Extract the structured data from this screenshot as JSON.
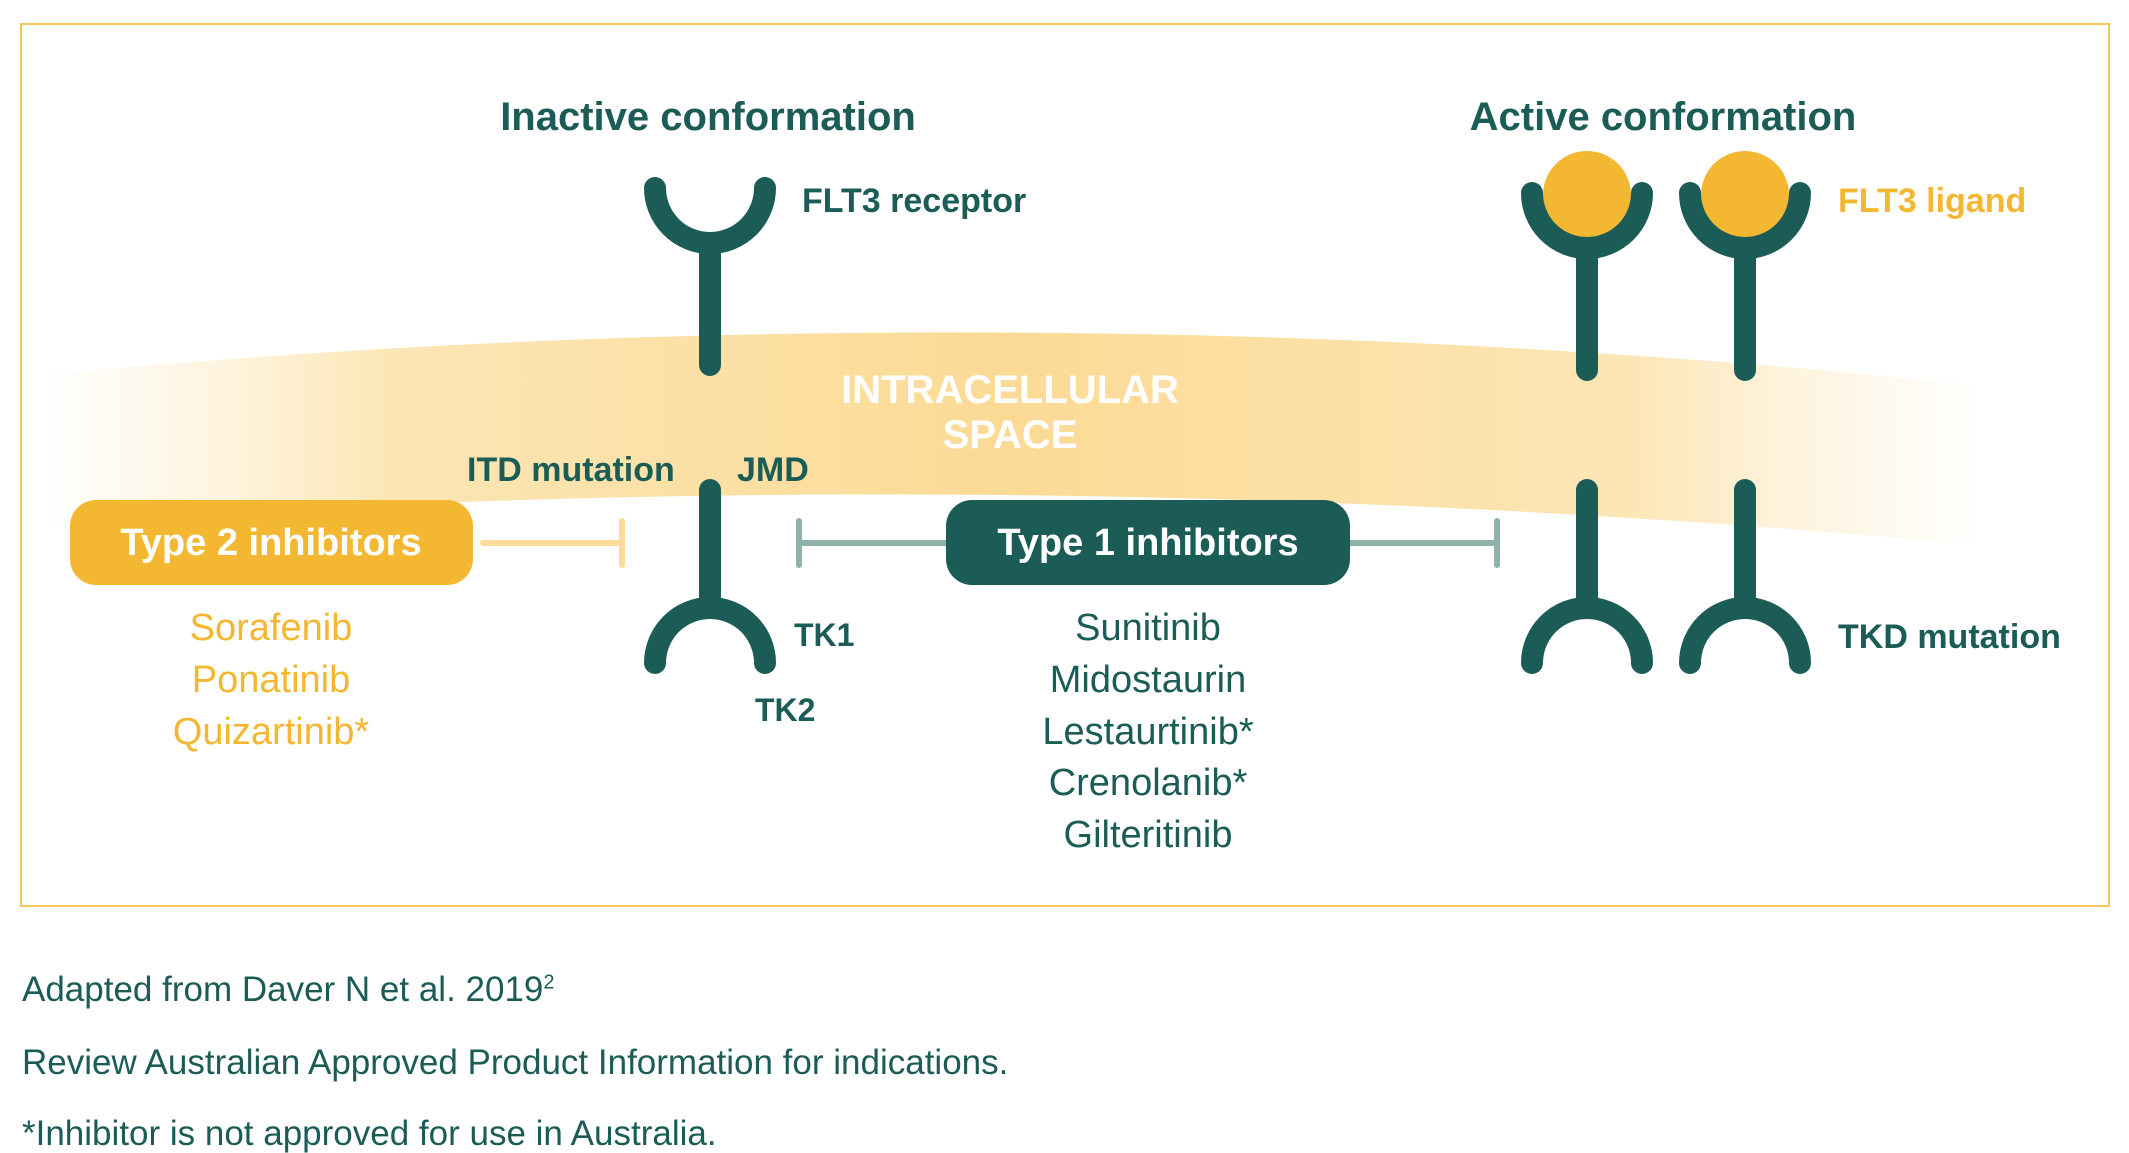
{
  "diagram": {
    "inactive_heading": "Inactive conformation",
    "active_heading": "Active conformation",
    "receptor_label": "FLT3 receptor",
    "ligand_label": "FLT3 ligand",
    "space_label_line1": "INTRACELLULAR",
    "space_label_line2": "SPACE",
    "itd_label": "ITD mutation",
    "jmd_label": "JMD",
    "tk1_label": "TK1",
    "tk2_label": "TK2",
    "tkd_label": "TKD mutation",
    "type2": {
      "label": "Type 2 inhibitors",
      "drugs": [
        "Sorafenib",
        "Ponatinib",
        "Quizartinib*"
      ]
    },
    "type1": {
      "label": "Type 1 inhibitors",
      "drugs": [
        "Sunitinib",
        "Midostaurin",
        "Lestaurtinib*",
        "Crenolanib*",
        "Gilteritinib"
      ]
    }
  },
  "footer": {
    "source_text": "Adapted from Daver N et al. 2019",
    "source_ref": "2",
    "review_note": "Review Australian Approved Product Information for indications.",
    "not_approved_note": "*Inhibitor is not approved for use in Australia."
  },
  "colors": {
    "teal": "#1b5c57",
    "gold": "#f4b731",
    "pale_gold": "#fcdc98",
    "grey_teal": "#8fb1ac",
    "border": "#f6c75a"
  }
}
